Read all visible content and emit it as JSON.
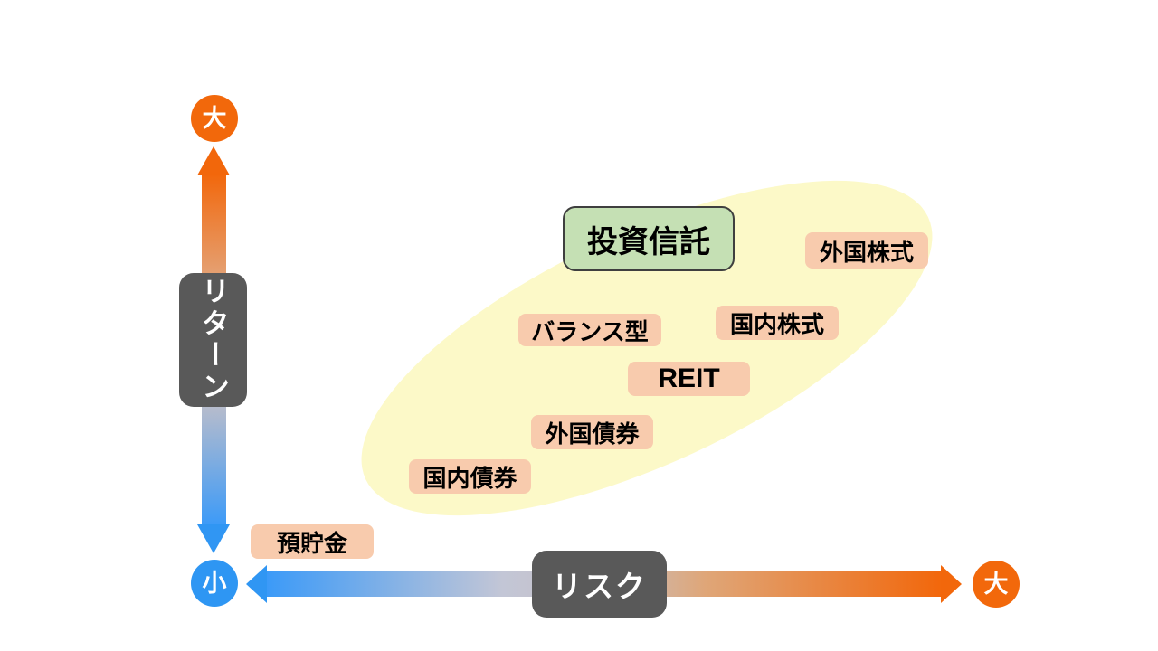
{
  "axes": {
    "vertical": {
      "label": "リターン",
      "max": "大"
    },
    "horizontal": {
      "label": "リスク",
      "max": "大"
    },
    "origin": "小"
  },
  "highlight": {
    "label": "投資信託"
  },
  "items": [
    {
      "label": "外国株式"
    },
    {
      "label": "国内株式"
    },
    {
      "label": "バランス型"
    },
    {
      "label": "REIT"
    },
    {
      "label": "外国債券"
    },
    {
      "label": "国内債券"
    },
    {
      "label": "預貯金"
    }
  ],
  "colors": {
    "zone": "#FCF9C8",
    "item_bg": "#F8CBAD",
    "highlight_bg": "#C5E0B4",
    "axis_chip": "#595959",
    "orange": "#F2670B",
    "blue": "#2E96F3"
  }
}
